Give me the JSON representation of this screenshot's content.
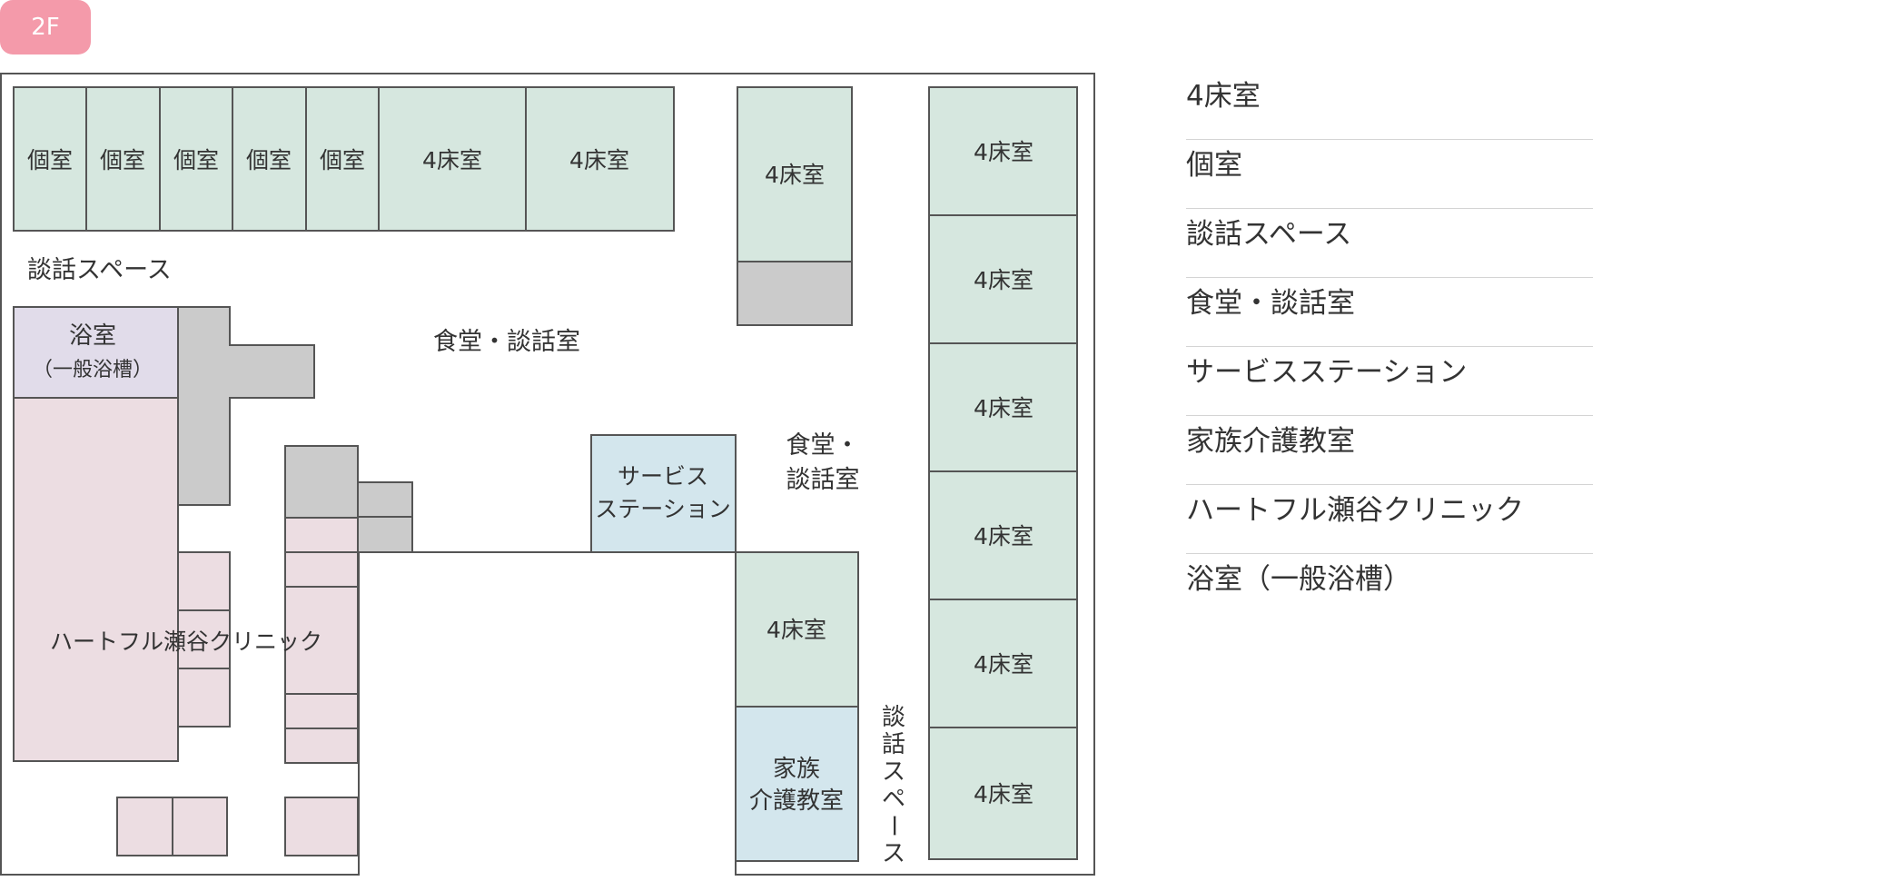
{
  "floor": {
    "label": "2F"
  },
  "colors": {
    "badge": "#f49aaa",
    "ward_room": "#d6e7df",
    "bath": "#e1dcea",
    "clinic": "#ecdde2",
    "service_station": "#d3e6ed",
    "family_room": "#d3e6ed",
    "utility": "#cbcbcb",
    "wall": "#555555"
  },
  "map_labels": {
    "private_room": "個室",
    "four_bed_room": "4床室",
    "lounge": "談話スペース",
    "lounge_vertical": [
      "談",
      "話",
      "ス",
      "ペ",
      "ー",
      "ス"
    ],
    "dining_lounge": "食堂・談話室",
    "dining_lounge_split": [
      "食堂・",
      "談話室"
    ],
    "bath": [
      "浴室",
      "（一般浴槽）"
    ],
    "clinic": "ハートフル瀬谷クリニック",
    "service_station": [
      "サービス",
      "ステーション"
    ],
    "family_care_room": [
      "家族",
      "介護教室"
    ]
  },
  "legend": [
    "4床室",
    "個室",
    "談話スペース",
    "食堂・談話室",
    "サービスステーション",
    "家族介護教室",
    "ハートフル瀬谷クリニック",
    "浴室（一般浴槽）"
  ]
}
